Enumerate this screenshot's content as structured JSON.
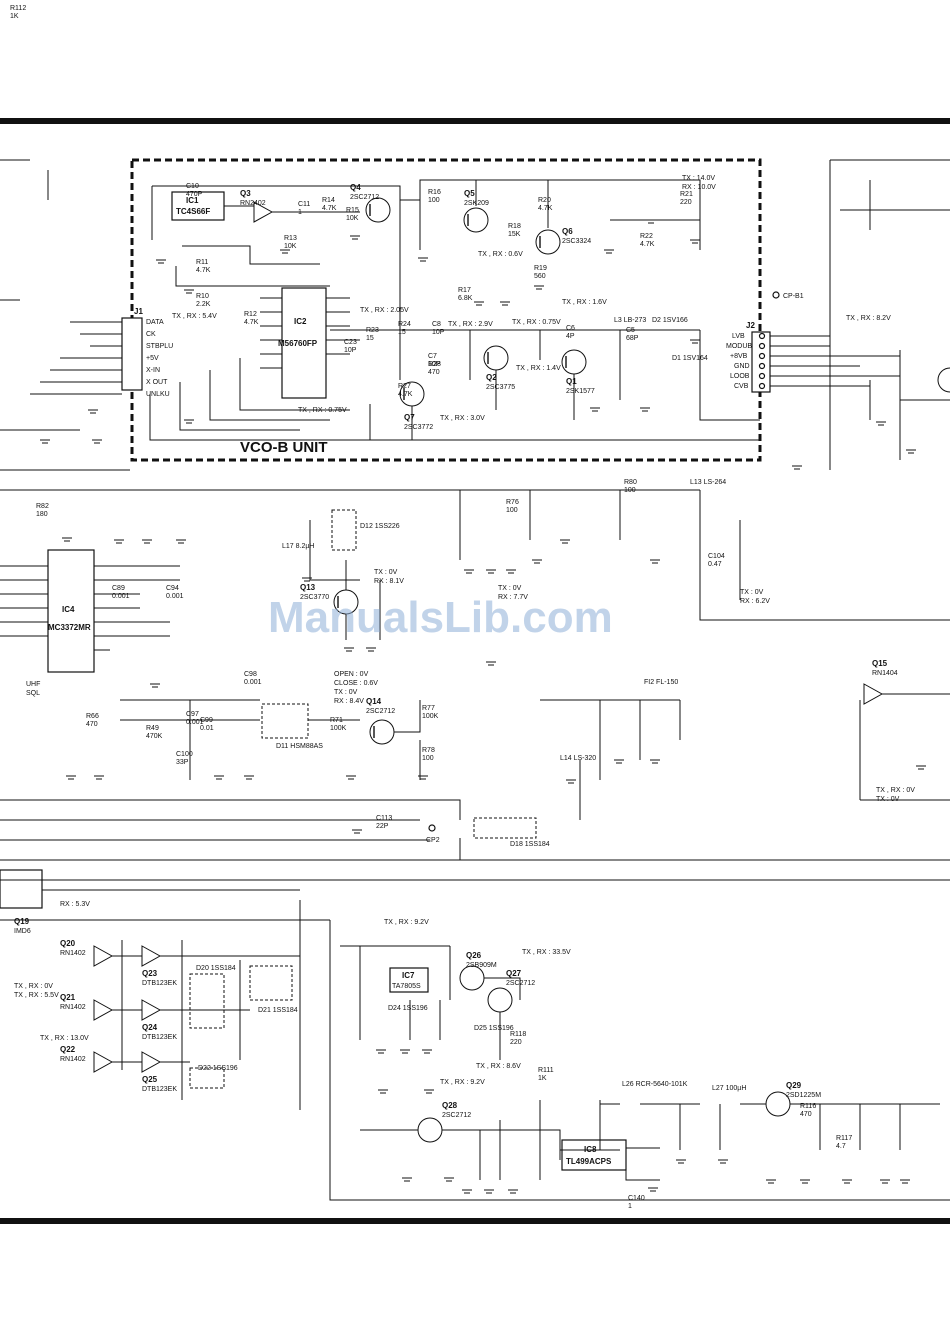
{
  "unit_title": "VCO-B UNIT",
  "watermark": "ManualsLib.com",
  "connectors": {
    "J1": {
      "name": "J1",
      "pins": [
        "DATA",
        "CK",
        "STBPLU",
        "+5V",
        "X-IN",
        "X OUT",
        "UNLKU"
      ]
    },
    "J2": {
      "name": "J2",
      "pins": [
        "LVB",
        "MODUB",
        "+8VB",
        "GND",
        "LOOB",
        "CVB"
      ]
    }
  },
  "test_points": [
    "CP-B1",
    "CP2"
  ],
  "integrated_circuits": [
    {
      "ref": "IC1",
      "part": "TC4S66F"
    },
    {
      "ref": "IC2",
      "part": "M56760FP"
    },
    {
      "ref": "IC4",
      "part": "MC3372MR"
    },
    {
      "ref": "IC7",
      "part": "TA7805S"
    },
    {
      "ref": "IC8",
      "part": "TL499ACPS"
    }
  ],
  "transistors": [
    {
      "ref": "Q3",
      "part": "RN2402"
    },
    {
      "ref": "Q4",
      "part": "2SC2712"
    },
    {
      "ref": "Q5",
      "part": "2SK209"
    },
    {
      "ref": "Q6",
      "part": "2SC3324"
    },
    {
      "ref": "Q2",
      "part": "2SC3775"
    },
    {
      "ref": "Q1",
      "part": "2SK1577"
    },
    {
      "ref": "Q7",
      "part": "2SC3772"
    },
    {
      "ref": "Q13",
      "part": "2SC3770"
    },
    {
      "ref": "Q14",
      "part": "2SC2712"
    },
    {
      "ref": "Q15",
      "part": "RN1404"
    },
    {
      "ref": "Q19",
      "part": "IMD6"
    },
    {
      "ref": "Q20",
      "part": "RN1402"
    },
    {
      "ref": "Q21",
      "part": "RN1402"
    },
    {
      "ref": "Q22",
      "part": "RN1402"
    },
    {
      "ref": "Q23",
      "part": "DTB123EK"
    },
    {
      "ref": "Q24",
      "part": "DTB123EK"
    },
    {
      "ref": "Q25",
      "part": "DTB123EK"
    },
    {
      "ref": "Q26",
      "part": "2SB909M"
    },
    {
      "ref": "Q27",
      "part": "2SC2712"
    },
    {
      "ref": "Q28",
      "part": "2SC2712"
    },
    {
      "ref": "Q29",
      "part": "2SD1225M"
    }
  ],
  "diodes": [
    {
      "ref": "D1",
      "part": "1SV164"
    },
    {
      "ref": "D2",
      "part": "1SV166"
    },
    {
      "ref": "D11",
      "part": "HSM88AS"
    },
    {
      "ref": "D12",
      "part": "1SS226"
    },
    {
      "ref": "D18",
      "part": "1SS184"
    },
    {
      "ref": "D20",
      "part": "1SS184"
    },
    {
      "ref": "D21",
      "part": "1SS184"
    },
    {
      "ref": "D22",
      "part": "1SS196"
    },
    {
      "ref": "D24",
      "part": "1SS196"
    },
    {
      "ref": "D25",
      "part": "1SS196"
    }
  ],
  "inductors": [
    {
      "ref": "L3",
      "part": "LB-273"
    },
    {
      "ref": "L13",
      "part": "LS-264"
    },
    {
      "ref": "L14",
      "part": "LS-320"
    },
    {
      "ref": "L17",
      "part": "8.2µH"
    },
    {
      "ref": "L26",
      "part": "RCR-5640-101K"
    },
    {
      "ref": "L27",
      "part": "100µH"
    }
  ],
  "filters": [
    {
      "ref": "FI2",
      "part": "FL-150"
    }
  ],
  "components": [
    {
      "ref": "C10",
      "value": "470P"
    },
    {
      "ref": "C11",
      "value": "1"
    },
    {
      "ref": "R14",
      "value": "4.7K"
    },
    {
      "ref": "R11",
      "value": "4.7K"
    },
    {
      "ref": "R10",
      "value": "2.2K"
    },
    {
      "ref": "R12",
      "value": "4.7K"
    },
    {
      "ref": "R13",
      "value": "10K"
    },
    {
      "ref": "R15",
      "value": "10K"
    },
    {
      "ref": "R16",
      "value": "100"
    },
    {
      "ref": "R17",
      "value": "6.8K"
    },
    {
      "ref": "R18",
      "value": "15K"
    },
    {
      "ref": "R19",
      "value": "560"
    },
    {
      "ref": "R20",
      "value": "4.7K"
    },
    {
      "ref": "R21",
      "value": "220"
    },
    {
      "ref": "R22",
      "value": "4.7K"
    },
    {
      "ref": "R23",
      "value": "15"
    },
    {
      "ref": "R24",
      "value": "15"
    },
    {
      "ref": "C8",
      "value": "10P"
    },
    {
      "ref": "C7",
      "value": "10P"
    },
    {
      "ref": "C6",
      "value": "4P"
    },
    {
      "ref": "C5",
      "value": "68P"
    },
    {
      "ref": "C23",
      "value": "10P"
    },
    {
      "ref": "R27",
      "value": "4.7K"
    },
    {
      "ref": "R28",
      "value": "470"
    },
    {
      "ref": "R80",
      "value": "100"
    },
    {
      "ref": "R76",
      "value": "100"
    },
    {
      "ref": "R66",
      "value": "470"
    },
    {
      "ref": "R49",
      "value": "470K"
    },
    {
      "ref": "R71",
      "value": "100K"
    },
    {
      "ref": "R77",
      "value": "100K"
    },
    {
      "ref": "R78",
      "value": "100"
    },
    {
      "ref": "R82",
      "value": "180"
    },
    {
      "ref": "C89",
      "value": "0.001"
    },
    {
      "ref": "C94",
      "value": "0.001"
    },
    {
      "ref": "C97",
      "value": "0.001"
    },
    {
      "ref": "C99",
      "value": "0.01"
    },
    {
      "ref": "C100",
      "value": "33P"
    },
    {
      "ref": "C98",
      "value": "0.001"
    },
    {
      "ref": "C104",
      "value": "0.47"
    },
    {
      "ref": "C113",
      "value": "22P"
    },
    {
      "ref": "C140",
      "value": "1"
    },
    {
      "ref": "R116",
      "value": "470"
    },
    {
      "ref": "R117",
      "value": "4.7"
    },
    {
      "ref": "R118",
      "value": "220"
    },
    {
      "ref": "R111",
      "value": "1K"
    },
    {
      "ref": "R112",
      "value": "1K"
    }
  ],
  "voltage_notes": [
    "TX , RX : 5.4V",
    "TX , RX : 2.05V",
    "TX , RX : 0.6V",
    "TX : 14.0V",
    "RX : 10.0V",
    "TX , RX : 1.6V",
    "TX , RX : 2.9V",
    "TX , RX : 0.75V",
    "TX , RX : 1.4V",
    "TX , RX : 3.0V",
    "TX , RX : 0.75V",
    "TX , RX : 8.2V",
    "TX : 0V",
    "RX : 8.1V",
    "TX : 0V",
    "RX : 7.7V",
    "TX : 0V",
    "RX : 6.2V",
    "UHF",
    "SQL",
    "OPEN : 0V",
    "CLOSE : 0.6V",
    "TX : 0V",
    "RX : 8.4V",
    "TX , RX : 0V",
    "TX : 0V",
    "RX : 5.3V",
    "TX , RX : 0V",
    "TX , RX : 5.5V",
    "TX , RX : 13.0V",
    "TX , RX : 9.2V",
    "TX , RX : 33.5V",
    "TX , RX : 8.6V",
    "TX , RX : 9.2V"
  ]
}
